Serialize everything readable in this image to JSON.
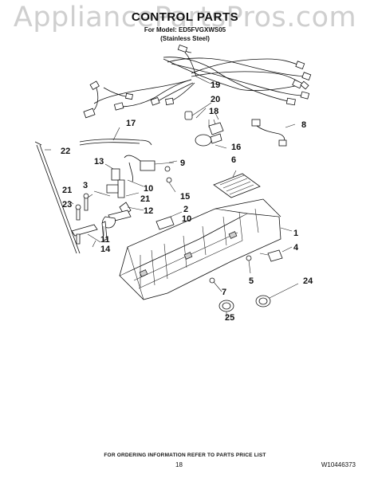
{
  "watermark": "AppliancePartsPros.com",
  "header": {
    "title": "CONTROL PARTS",
    "model_prefix": "For Model:",
    "model": "ED5FVGXWS05",
    "finish": "(Stainless Steel)"
  },
  "callouts": {
    "c1": "1",
    "c2": "2",
    "c3": "3",
    "c4": "4",
    "c5": "5",
    "c6": "6",
    "c7": "7",
    "c8": "8",
    "c9": "9",
    "c10a": "10",
    "c10b": "10",
    "c11": "11",
    "c12": "12",
    "c13": "13",
    "c14": "14",
    "c15": "15",
    "c16": "16",
    "c17": "17",
    "c18": "18",
    "c19": "19",
    "c20": "20",
    "c21a": "21",
    "c21b": "21",
    "c22": "22",
    "c23": "23",
    "c24": "24",
    "c25": "25"
  },
  "footer": {
    "note": "FOR ORDERING INFORMATION REFER TO PARTS PRICE LIST",
    "page": "18",
    "doc_number": "W10446373"
  }
}
